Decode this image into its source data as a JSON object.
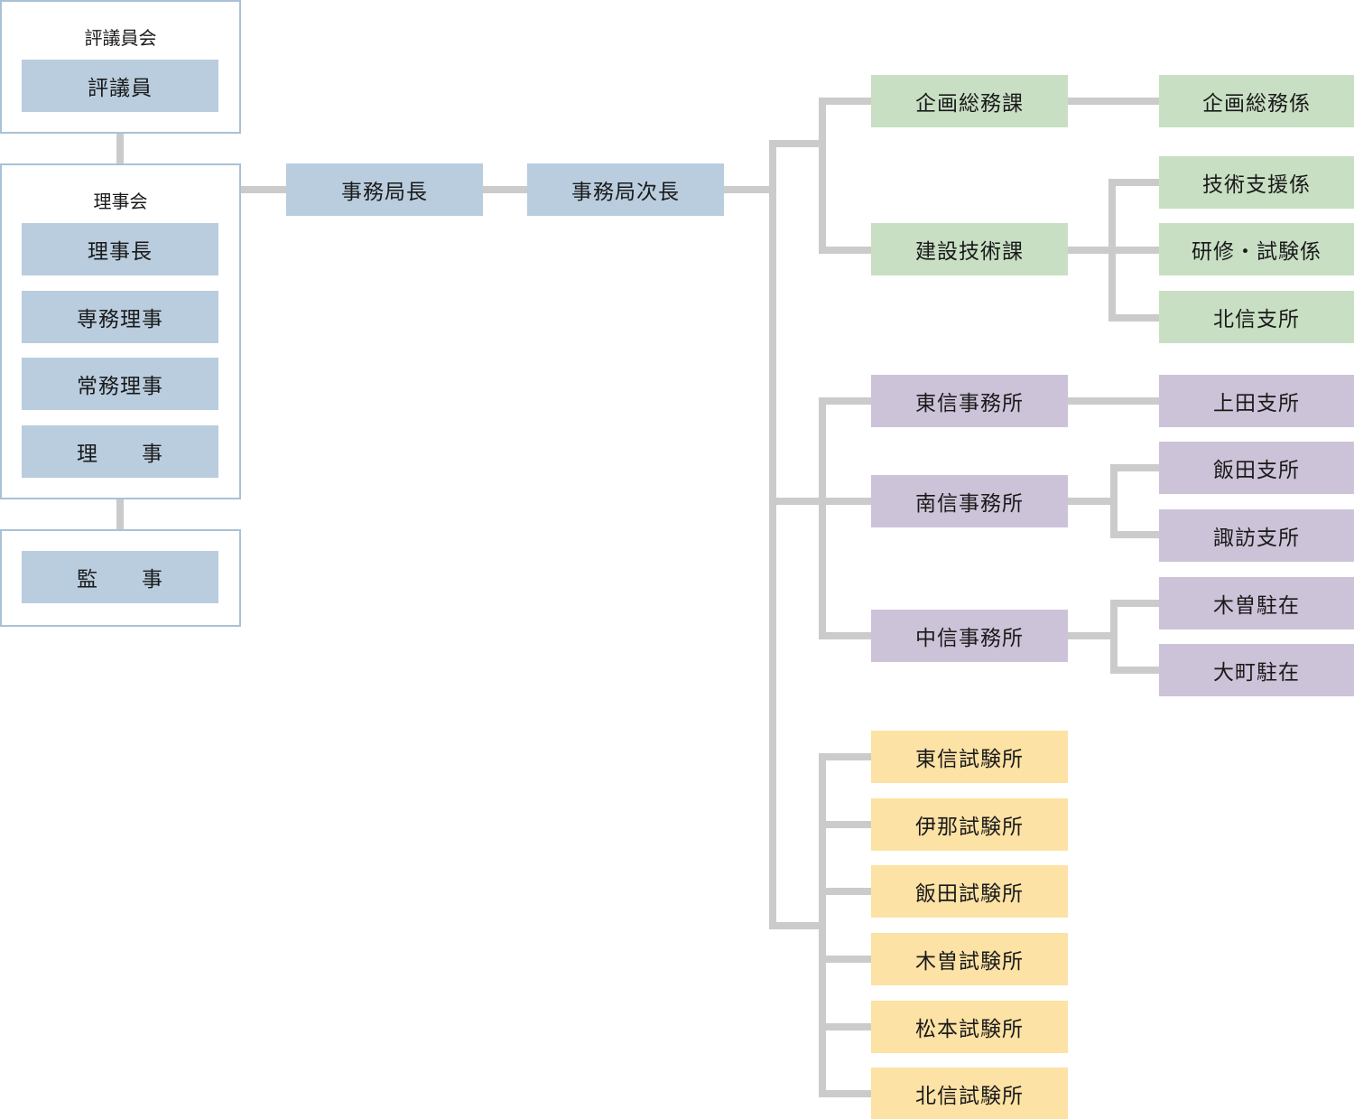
{
  "board_of_councillors": {
    "title": "評議員会",
    "members": [
      "評議員"
    ]
  },
  "board_of_directors": {
    "title": "理事会",
    "members": [
      "理事長",
      "専務理事",
      "常務理事",
      "理　　事"
    ]
  },
  "auditors": {
    "members": [
      "監　　事"
    ]
  },
  "secretariat": {
    "director": "事務局長",
    "deputy_director": "事務局次長"
  },
  "sections": {
    "planning": {
      "name": "企画総務課",
      "subunits": [
        "企画総務係"
      ]
    },
    "engineering": {
      "name": "建設技術課",
      "subunits": [
        "技術支援係",
        "研修・試験係",
        "北信支所"
      ]
    }
  },
  "offices": {
    "toshin": {
      "name": "東信事務所",
      "subunits": [
        "上田支所"
      ]
    },
    "nanshin": {
      "name": "南信事務所",
      "subunits": [
        "飯田支所",
        "諏訪支所"
      ]
    },
    "chushin": {
      "name": "中信事務所",
      "subunits": [
        "木曽駐在",
        "大町駐在"
      ]
    }
  },
  "test_labs": [
    "東信試験所",
    "伊那試験所",
    "飯田試験所",
    "木曽試験所",
    "松本試験所",
    "北信試験所"
  ],
  "colors": {
    "governance": "#b9cddf",
    "sections": "#c8dfc4",
    "offices": "#cdc3d8",
    "labs": "#fde2a5",
    "connector": "#cbcbcb",
    "frame_border": "#a9c1d6"
  }
}
